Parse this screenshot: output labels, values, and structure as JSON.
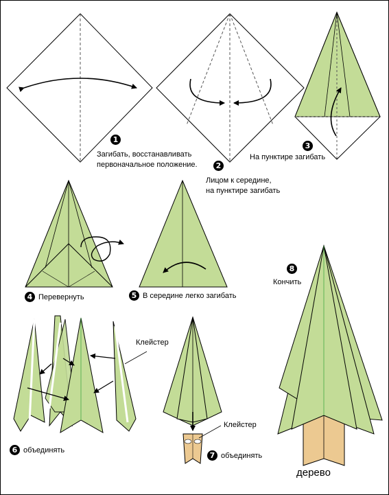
{
  "steps": [
    {
      "number": "1",
      "text": "Загибать, восстанавливать",
      "text2": "первоначальное положение."
    },
    {
      "number": "2",
      "text": "Лицом  к середине,",
      "text2": "на пунктире загибать"
    },
    {
      "number": "3",
      "text": "На пунктире загибать"
    },
    {
      "number": "4",
      "text": "Перевернуть"
    },
    {
      "number": "5",
      "text": "В середине легко загибать"
    },
    {
      "number": "6",
      "text": "объединять",
      "glue_label": "Клейстер"
    },
    {
      "number": "7",
      "text": "объединять",
      "glue_label": "Клейстер"
    },
    {
      "number": "8",
      "text": "Кончить"
    }
  ],
  "result_caption": "дерево",
  "colors": {
    "paper_green": "#c3dc97",
    "trunk": "#ecc991",
    "outline": "#000000"
  }
}
